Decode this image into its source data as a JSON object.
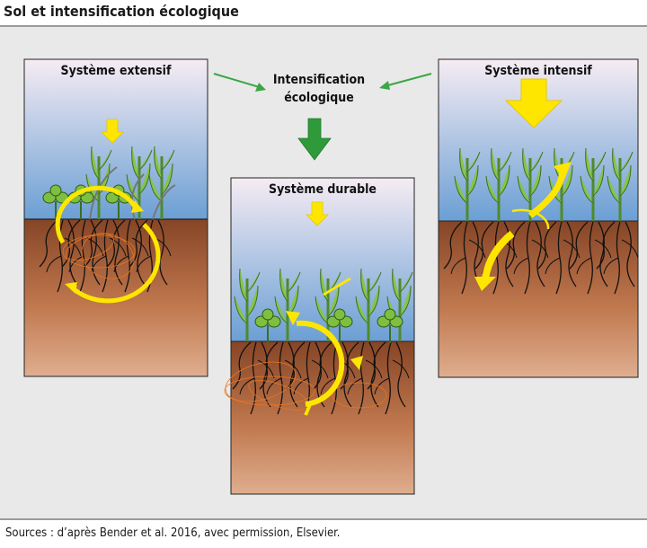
{
  "title": "Sol et intensification écologique",
  "center_label_line1": "Intensification",
  "center_label_line2": "écologique",
  "panels": {
    "extensif": "Système extensif",
    "durable": "Système durable",
    "intensif": "Système intensif"
  },
  "source": "Sources : d’après Bender et al. 2016, avec permission, Elsevier.",
  "colors": {
    "sky_top": "#f4e9f2",
    "sky_bottom": "#6ea2d6",
    "soil_top": "#8a4a2a",
    "soil_bottom": "#d9a07c",
    "plant_green": "#7fbf3f",
    "arrow_yellow": "#ffe600",
    "arrow_green": "#3aa646"
  }
}
